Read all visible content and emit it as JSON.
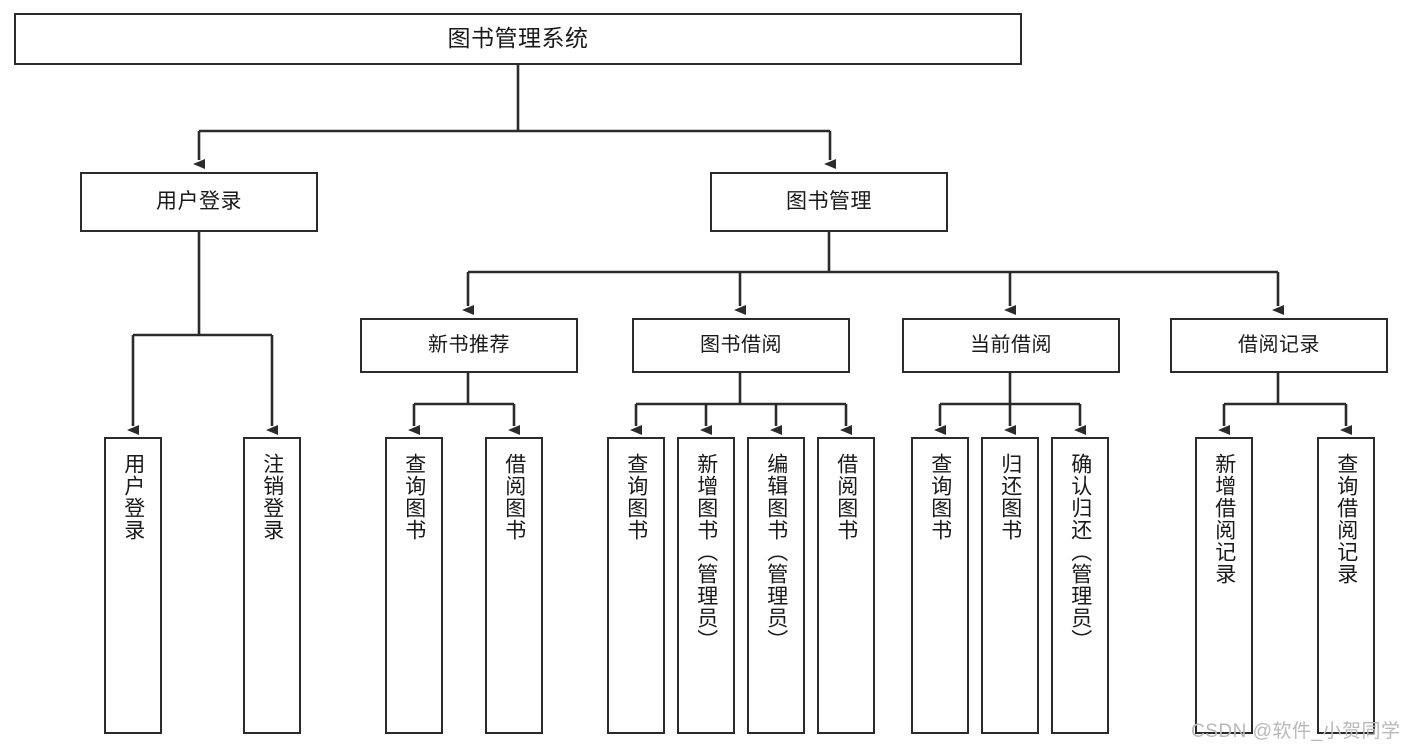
{
  "diagram": {
    "title": "图书管理系统",
    "type": "tree-hierarchy",
    "root": {
      "id": "root",
      "label": "图书管理系统"
    },
    "level2": [
      {
        "id": "user-login",
        "label": "用户登录"
      },
      {
        "id": "book-manage",
        "label": "图书管理"
      }
    ],
    "level3": [
      {
        "id": "new-book-recommend",
        "label": "新书推荐",
        "parent": "book-manage"
      },
      {
        "id": "book-borrow",
        "label": "图书借阅",
        "parent": "book-manage"
      },
      {
        "id": "current-borrow",
        "label": "当前借阅",
        "parent": "book-manage"
      },
      {
        "id": "borrow-record",
        "label": "借阅记录",
        "parent": "book-manage"
      }
    ],
    "leaves": [
      {
        "id": "leaf-user-login",
        "label": "用户登录",
        "parent": "user-login"
      },
      {
        "id": "leaf-logout",
        "label": "注销登录",
        "parent": "user-login"
      },
      {
        "id": "leaf-query-book-1",
        "label": "查询图书",
        "parent": "new-book-recommend"
      },
      {
        "id": "leaf-borrow-book-1",
        "label": "借阅图书",
        "parent": "new-book-recommend"
      },
      {
        "id": "leaf-query-book-2",
        "label": "查询图书",
        "parent": "book-borrow"
      },
      {
        "id": "leaf-add-book",
        "label": "新增图书（管理员）",
        "parent": "book-borrow"
      },
      {
        "id": "leaf-edit-book",
        "label": "编辑图书（管理员）",
        "parent": "book-borrow"
      },
      {
        "id": "leaf-borrow-book-2",
        "label": "借阅图书",
        "parent": "book-borrow"
      },
      {
        "id": "leaf-query-book-3",
        "label": "查询图书",
        "parent": "current-borrow"
      },
      {
        "id": "leaf-return-book",
        "label": "归还图书",
        "parent": "current-borrow"
      },
      {
        "id": "leaf-confirm-return",
        "label": "确认归还（管理员）",
        "parent": "current-borrow"
      },
      {
        "id": "leaf-add-record",
        "label": "新增借阅记录",
        "parent": "borrow-record"
      },
      {
        "id": "leaf-query-record",
        "label": "查询借阅记录",
        "parent": "borrow-record"
      }
    ],
    "colors": {
      "box_border": "#2b2b2b",
      "box_fill": "#ffffff",
      "connector": "#2b2b2b",
      "text": "#1a1a1a",
      "watermark": "#b9b9b9",
      "background": "#ffffff"
    }
  },
  "watermark": {
    "text": "CSDN @软件_小贺同学"
  }
}
